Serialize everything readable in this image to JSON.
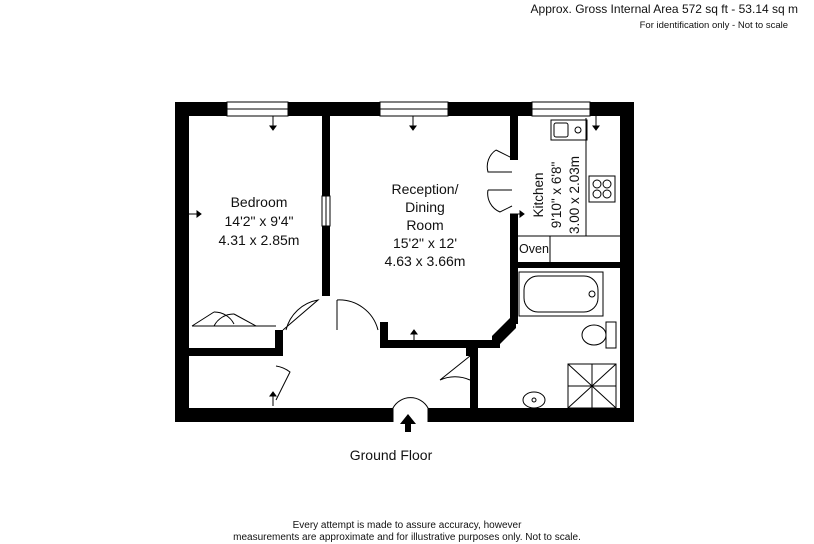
{
  "header": {
    "area": "Approx. Gross Internal Area 572 sq ft -  53.14 sq m",
    "note": "For identification only - Not to scale"
  },
  "rooms": {
    "bedroom": {
      "name": "Bedroom",
      "imperial": "14'2\" x 9'4\"",
      "metric": "4.31 x 2.85m"
    },
    "reception": {
      "name_line1": "Reception/",
      "name_line2": "Dining",
      "name_line3": "Room",
      "imperial": "15'2\" x 12'",
      "metric": "4.63 x 3.66m"
    },
    "kitchen": {
      "name": "Kitchen",
      "imperial": "9'10\" x 6'8\"",
      "metric": "3.00 x 2.03m",
      "oven": "Oven"
    }
  },
  "floor_label": "Ground Floor",
  "disclaimer": {
    "line1": "Every attempt is made to assure accuracy, however",
    "line2": "measurements are approximate and for illustrative purposes only. Not to scale."
  },
  "colors": {
    "wall": "#000000",
    "fixture": "#555555",
    "background": "#ffffff"
  }
}
